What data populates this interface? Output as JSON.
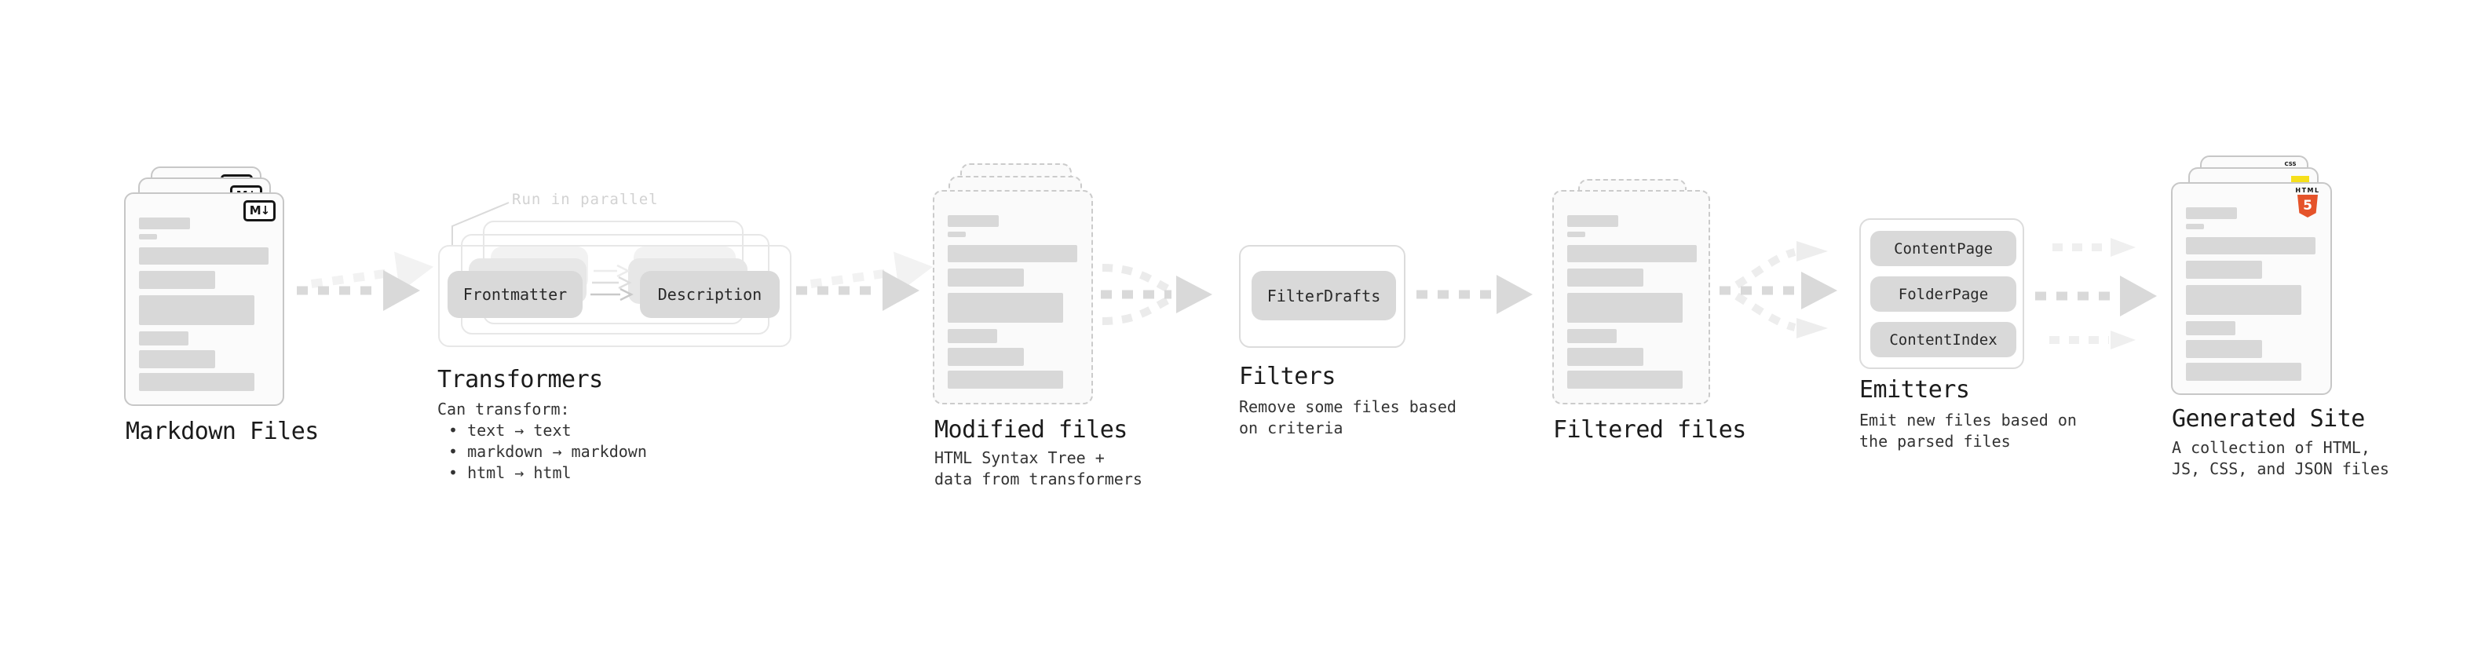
{
  "markdown": {
    "title": "Markdown Files",
    "badge": "M↓"
  },
  "transformers": {
    "title": "Transformers",
    "annotation": "Run in parallel",
    "node1": "Frontmatter",
    "node2": "Description",
    "desc_heading": "Can transform:",
    "bullet1": "• text → text",
    "bullet2": "• markdown → markdown",
    "bullet3": "• html → html"
  },
  "modified": {
    "title": "Modified files",
    "desc_line1": "HTML Syntax Tree +",
    "desc_line2": "data from transformers"
  },
  "filters": {
    "title": "Filters",
    "node": "FilterDrafts",
    "desc_line1": "Remove some files based",
    "desc_line2": "on criteria"
  },
  "filtered": {
    "title": "Filtered files"
  },
  "emitters": {
    "title": "Emitters",
    "node1": "ContentPage",
    "node2": "FolderPage",
    "node3": "ContentIndex",
    "desc_line1": "Emit new files based on",
    "desc_line2": "the parsed files"
  },
  "site": {
    "title": "Generated Site",
    "desc_line1": "A collection of HTML,",
    "desc_line2": "JS, CSS, and JSON files",
    "badge_html_label": "HTML",
    "badge_html_number": "5",
    "badge_css": "CSS"
  },
  "colors": {
    "doc_fill": "#fbfbfb",
    "doc_border": "#c7c7c7",
    "content_bar": "#d8d8d8",
    "pill_fill": "#d9d9d9",
    "arrow": "#d9d9d9",
    "arrow_ghost": "#f2f2f2",
    "annotation_gray": "#d2d2d2",
    "html5_orange": "#e5532a",
    "js_yellow": "#f6df1b",
    "css_blue": "#2d6ff1",
    "text": "#1b1b1b"
  }
}
